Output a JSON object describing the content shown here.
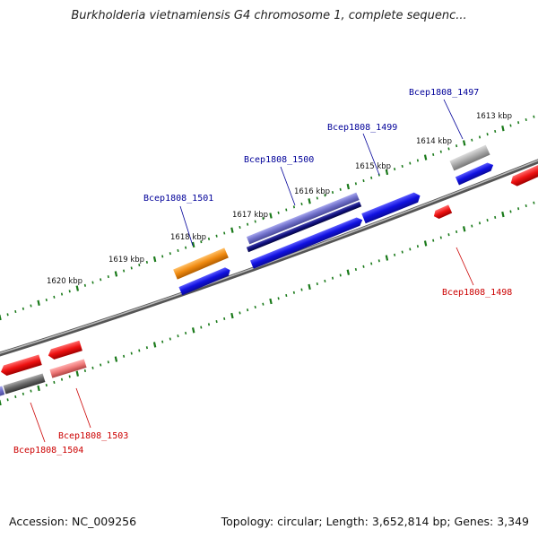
{
  "title": "Burkholderia vietnamiensis G4 chromosome 1, complete sequenc...",
  "footer": {
    "accession": "Accession: NC_009256",
    "summary": "Topology: circular; Length: 3,652,814 bp; Genes: 3,349"
  },
  "scale_labels": [
    "1613 kbp",
    "1614 kbp",
    "1615 kbp",
    "1616 kbp",
    "1617 kbp",
    "1618 kbp",
    "1619 kbp",
    "1620 kbp"
  ],
  "gene_labels": [
    {
      "id": "Bcep1808_1497",
      "strand": "forward"
    },
    {
      "id": "Bcep1808_1499",
      "strand": "forward"
    },
    {
      "id": "Bcep1808_1500",
      "strand": "forward"
    },
    {
      "id": "Bcep1808_1501",
      "strand": "forward"
    },
    {
      "id": "Bcep1808_1498",
      "strand": "reverse"
    },
    {
      "id": "Bcep1808_1503",
      "strand": "reverse"
    },
    {
      "id": "Bcep1808_1504",
      "strand": "reverse"
    }
  ],
  "colors": {
    "backbone": "#777777",
    "tick": "#1a7a1a",
    "forward_label": "#000099",
    "reverse_label": "#cc0000",
    "forward_cds": "#1010e0",
    "reverse_cds": "#ee1111",
    "orange_feature": "#f08a10",
    "gray_feature": "#aaaaaa",
    "purple_feature": "#6f6fc9",
    "navy_feature": "#101080",
    "pink_feature": "#ee7777",
    "darkgray_feature": "#666666"
  }
}
